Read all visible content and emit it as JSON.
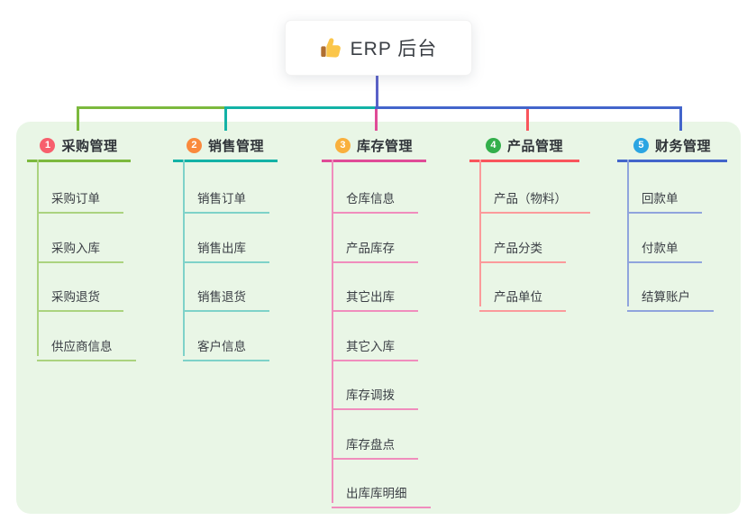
{
  "root": {
    "label": "ERP 后台",
    "icon": "thumbs-up"
  },
  "canvas": {
    "panel_bg": "#e9f6e6",
    "root_connector_color": "#5a61c8",
    "card_bg": "#ffffff",
    "root_text_color": "#3a3e44",
    "branch_text_color": "#2f3338",
    "child_text_color": "#3b3f45"
  },
  "branches": [
    {
      "index": "1",
      "label": "采购管理",
      "badge_color": "#f75f6d",
      "line_color": "#7cb93e",
      "line_light_color": "#abd37f",
      "children": [
        "采购订单",
        "采购入库",
        "采购退货",
        "供应商信息"
      ]
    },
    {
      "index": "2",
      "label": "销售管理",
      "badge_color": "#fa8a3d",
      "line_color": "#13b2a6",
      "line_light_color": "#7ed2c9",
      "children": [
        "销售订单",
        "销售出库",
        "销售退货",
        "客户信息"
      ]
    },
    {
      "index": "3",
      "label": "库存管理",
      "badge_color": "#f9b03d",
      "line_color": "#e04b97",
      "line_light_color": "#f08dbd",
      "children": [
        "仓库信息",
        "产品库存",
        "其它出库",
        "其它入库",
        "库存调拨",
        "库存盘点",
        "出库库明细"
      ]
    },
    {
      "index": "4",
      "label": "产品管理",
      "badge_color": "#33af4b",
      "line_color": "#f9555c",
      "line_light_color": "#fb9a9b",
      "children": [
        "产品（物料）",
        "产品分类",
        "产品单位"
      ]
    },
    {
      "index": "5",
      "label": "财务管理",
      "badge_color": "#2ba5e2",
      "line_color": "#4365cb",
      "line_light_color": "#90a4dd",
      "children": [
        "回款单",
        "付款单",
        "结算账户"
      ]
    }
  ]
}
